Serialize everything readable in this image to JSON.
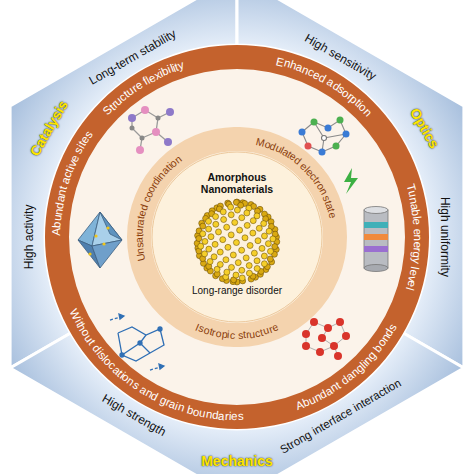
{
  "diagram": {
    "nodes": [
      {
        "text": [
          "Catalysis",
          "Long-term stability",
          "High activity"
        ]
      },
      {
        "text": [
          "Optics",
          "High sensitivity",
          "High uniformity"
        ]
      },
      {
        "text": [
          "Mechanics",
          "Strong interface interaction",
          "High strength"
        ]
      },
      {
        "text": [
          "Structure flexibility",
          "Enhanced adsorption",
          "Tunable energy level",
          "Abundant dangling bonds",
          "Without dislocations and grain boundaries",
          "Abundant active sites"
        ]
      },
      {
        "text": [
          "Modulated electron state",
          "Isotropic structure",
          "Unsaturated coordination"
        ],
        "in": 3
      },
      {
        "text": [
          "Amorphous Nanomaterials",
          "Long-range disorder"
        ],
        "in": 4
      }
    ]
  }
}
